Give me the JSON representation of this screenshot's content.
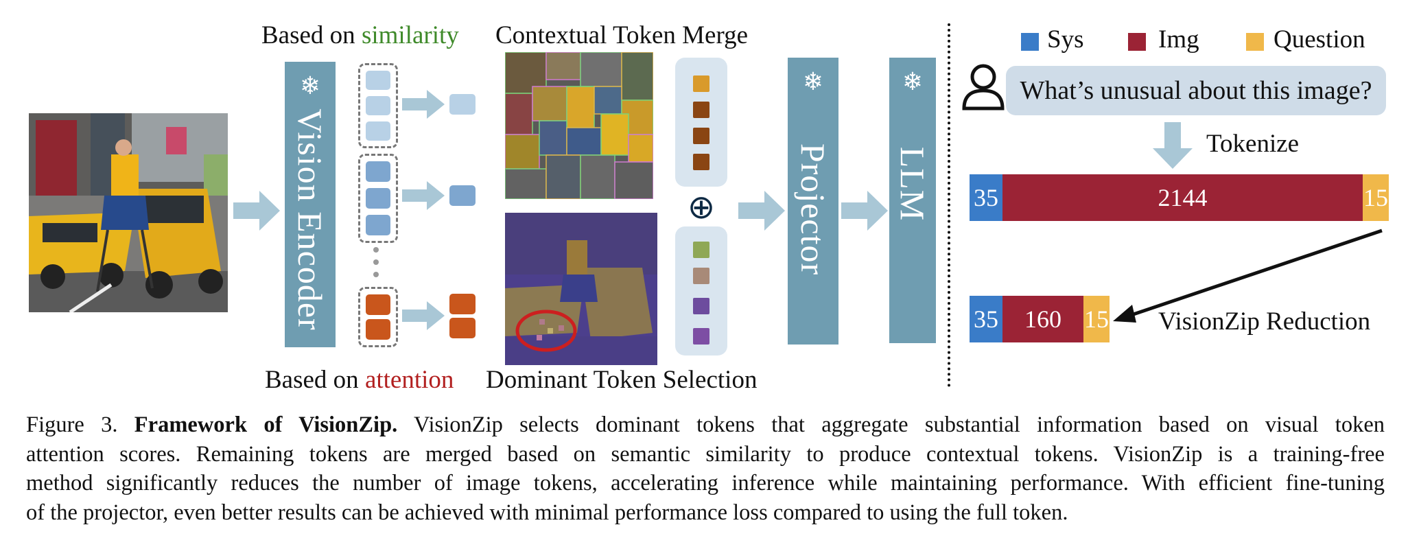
{
  "figure": {
    "labels": {
      "based_on_similarity_prefix": "Based on",
      "based_on_similarity_word": "similarity",
      "based_on_attention_prefix": "Based on",
      "based_on_attention_word": "attention",
      "contextual_token_merge": "Contextual Token Merge",
      "dominant_token_selection": "Dominant Token Selection",
      "vision_encoder": "Vision Encoder",
      "projector": "Projector",
      "llm": "LLM",
      "snowflake_glyph": "❄",
      "plus_glyph": "⊕",
      "tokenize": "Tokenize",
      "visionzip_reduction": "VisionZip Reduction",
      "question": "What’s unusual about this image?"
    },
    "legend": [
      {
        "label": "Sys",
        "color": "#3a7cc8"
      },
      {
        "label": "Img",
        "color": "#9b2335"
      },
      {
        "label": "Question",
        "color": "#f0b84a"
      }
    ],
    "token_bar_full": {
      "sys": "35",
      "img": "2144",
      "question": "15"
    },
    "token_bar_reduced": {
      "sys": "35",
      "img": "160",
      "question": "15"
    },
    "colors": {
      "pill": "#6f9db1",
      "arrow": "#a9c7d6",
      "token_light": "#b8d1e6",
      "token_mid": "#7ea6cf",
      "token_orange": "#c9561c",
      "sys": "#3a7cc8",
      "img": "#9b2335",
      "question": "#f0b84a",
      "token_panel_bg": "#d9e5ef"
    },
    "merged_tokens_top": [
      "#d99a2b",
      "#8a4513",
      "#8a4513",
      "#8a4513"
    ],
    "selected_tokens_bottom": [
      "#8fa856",
      "#a88a78",
      "#6d4c9e",
      "#7d4ea4"
    ]
  },
  "caption": {
    "figure_number": "Figure 3.",
    "bold_title": "Framework of VisionZip.",
    "line1_rest": "VisionZip  selects dominant tokens that aggregate substantial information based on visual token",
    "line2": "attention scores. Remaining tokens are merged based on semantic similarity to produce contextual tokens.  VisionZip is a training-free",
    "line3": "method significantly reduces the number of image tokens, accelerating inference while maintaining performance. With efficient fine-tuning",
    "line4": "of the projector, even better results can be achieved with minimal performance loss compared to using the full token."
  }
}
